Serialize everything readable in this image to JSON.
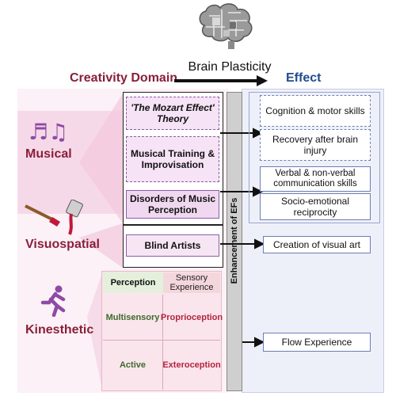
{
  "header": {
    "brain_plasticity": "Brain Plasticity",
    "creativity_domain": "Creativity Domain",
    "effect": "Effect"
  },
  "domains": {
    "musical": "Musical",
    "visuospatial": "Visuospatial",
    "kinesthetic": "Kinesthetic"
  },
  "middle_boxes": {
    "mozart": "'The Mozart Effect' Theory",
    "training": "Musical Training & Improvisation",
    "disorders": "Disorders of Music Perception",
    "blind": "Blind Artists"
  },
  "vertical_bar": "Enhancement of EFs",
  "effects": {
    "cognition": "Cognition & motor skills",
    "recovery": "Recovery after brain injury",
    "verbal": "Verbal & non-verbal communication skills",
    "socio": "Socio-emotional reciprocity",
    "visual_art": "Creation of visual art",
    "flow": "Flow Experience"
  },
  "grid": {
    "perception": "Perception",
    "sensory_experience": "Sensory Experience",
    "multisensory": "Multisensory",
    "proprioception": "Proprioception",
    "active": "Active",
    "exteroception": "Exteroception"
  },
  "colors": {
    "domain_red": "#8a1f3b",
    "effect_blue": "#1f4e8c",
    "lavender_panel": "#eef0f9",
    "pink_band": "#f7e4ee"
  }
}
